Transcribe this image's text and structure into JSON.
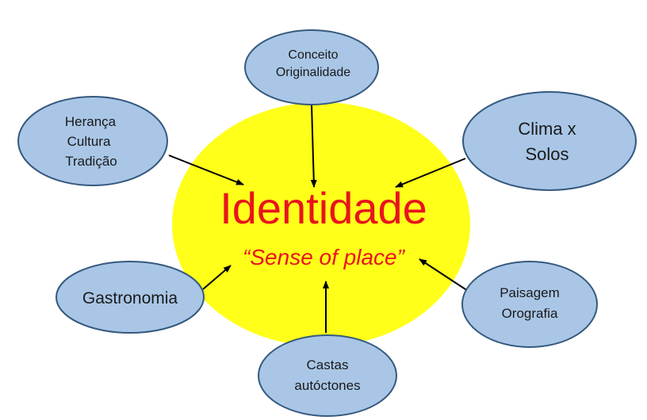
{
  "colors": {
    "center_fill": "#ffff1a",
    "node_fill": "#a9c6e6",
    "node_stroke": "#35597e",
    "arrow": "#000000",
    "center_text": "#e8141c"
  },
  "center": {
    "title": "Identidade",
    "subtitle": "“Sense of place”"
  },
  "nodes": {
    "conceito": {
      "line1": "Conceito",
      "line2": "Originalidade"
    },
    "heranca": {
      "line1": "Herança",
      "line2": "Cultura",
      "line3": "Tradição"
    },
    "clima": {
      "line1": "Clima x",
      "line2": "Solos"
    },
    "gastronomia": {
      "line1": "Gastronomia"
    },
    "paisagem": {
      "line1": "Paisagem",
      "line2": "Orografia"
    },
    "castas": {
      "line1": "Castas",
      "line2": "autóctones"
    }
  }
}
